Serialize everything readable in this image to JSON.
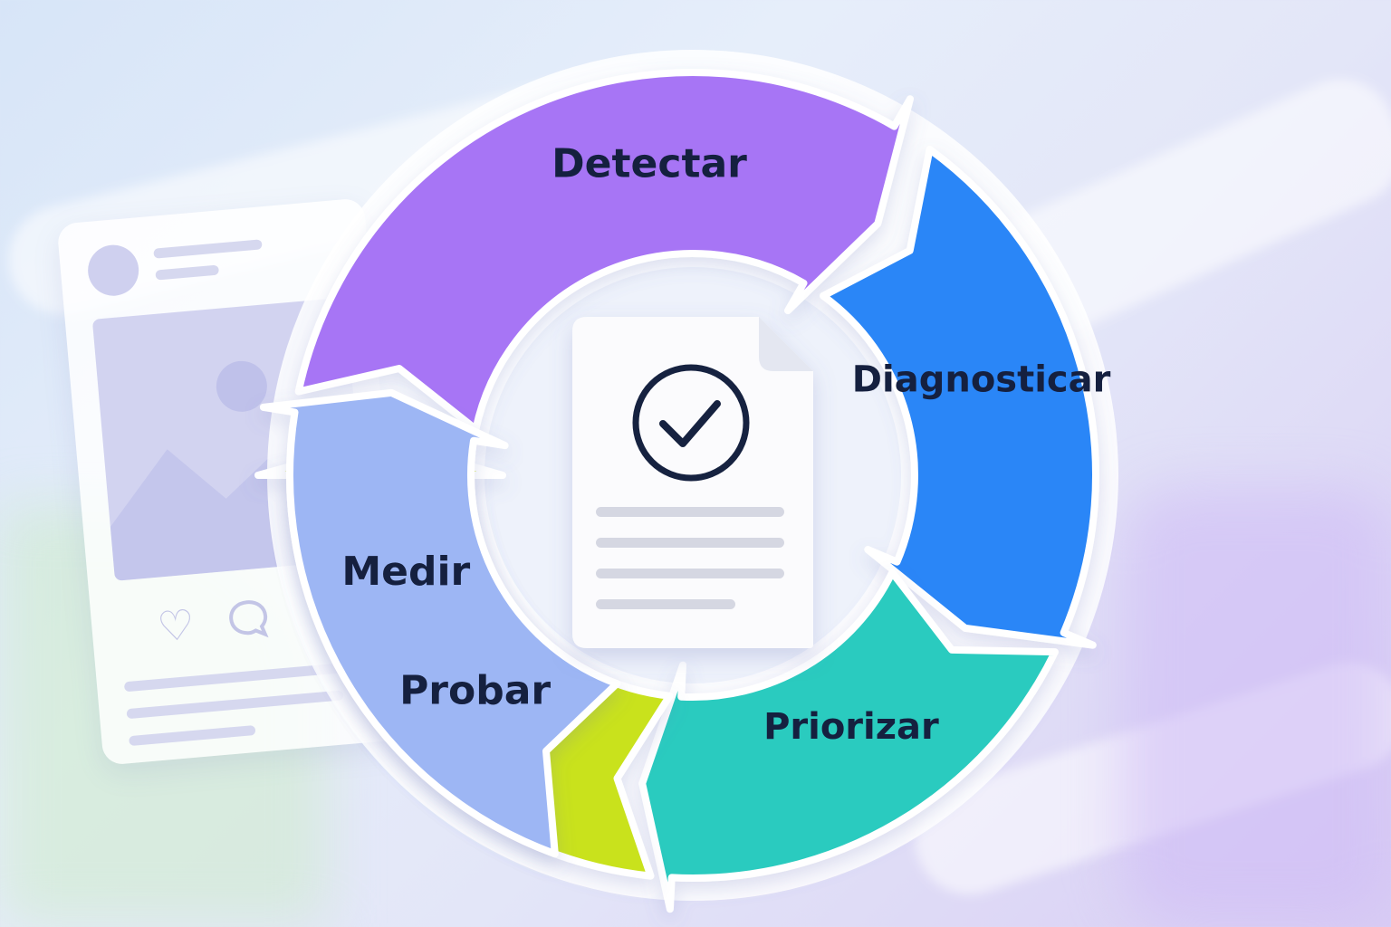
{
  "diagram": {
    "steps": [
      {
        "id": "detectar",
        "label": "Detectar",
        "color": "#a775f5"
      },
      {
        "id": "diagnosticar",
        "label": "Diagnosticar",
        "color": "#2a86f7"
      },
      {
        "id": "priorizar",
        "label": "Priorizar",
        "color": "#2ccbbf"
      },
      {
        "id": "probar",
        "label": "Probar",
        "color": "#c9e21e"
      },
      {
        "id": "medir",
        "label": "Medir",
        "color": "#9db6f4"
      }
    ],
    "center_icon": "document-check-icon",
    "background_icon": "social-post-card",
    "colors": {
      "label_text": "#15203f",
      "document_check": "#15203f"
    }
  }
}
